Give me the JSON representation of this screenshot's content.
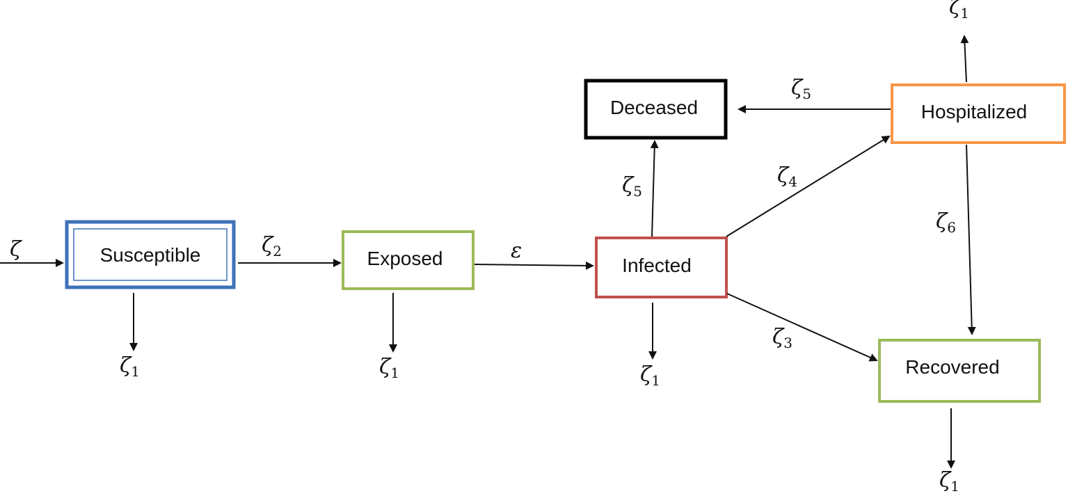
{
  "colors": {
    "susceptible": "#3d72b8",
    "exposed": "#9bbb59",
    "infected": "#c0504d",
    "deceased": "#000000",
    "hospitalized": "#f79646",
    "recovered": "#9bbb59",
    "edge": "#111111"
  },
  "nodes": {
    "susceptible": "Susceptible",
    "exposed": "Exposed",
    "infected": "Infected",
    "deceased": "Deceased",
    "hospitalized": "Hospitalized",
    "recovered": "Recovered"
  },
  "edges": {
    "inflow": {
      "symbol": "ζ",
      "sub": ""
    },
    "susceptible_exposed": {
      "symbol": "ζ",
      "sub": "2"
    },
    "exposed_infected": {
      "symbol": "ε",
      "sub": ""
    },
    "infected_deceased": {
      "symbol": "ζ",
      "sub": "5"
    },
    "hospitalized_deceased": {
      "symbol": "ζ",
      "sub": "5"
    },
    "infected_hospitalized": {
      "symbol": "ζ",
      "sub": "4"
    },
    "infected_recovered": {
      "symbol": "ζ",
      "sub": "3"
    },
    "hospitalized_recovered": {
      "symbol": "ζ",
      "sub": "6"
    },
    "susceptible_out": {
      "symbol": "ζ",
      "sub": "1"
    },
    "exposed_out": {
      "symbol": "ζ",
      "sub": "1"
    },
    "infected_out": {
      "symbol": "ζ",
      "sub": "1"
    },
    "hospitalized_out": {
      "symbol": "ζ",
      "sub": "1"
    },
    "recovered_out": {
      "symbol": "ζ",
      "sub": "1"
    }
  }
}
